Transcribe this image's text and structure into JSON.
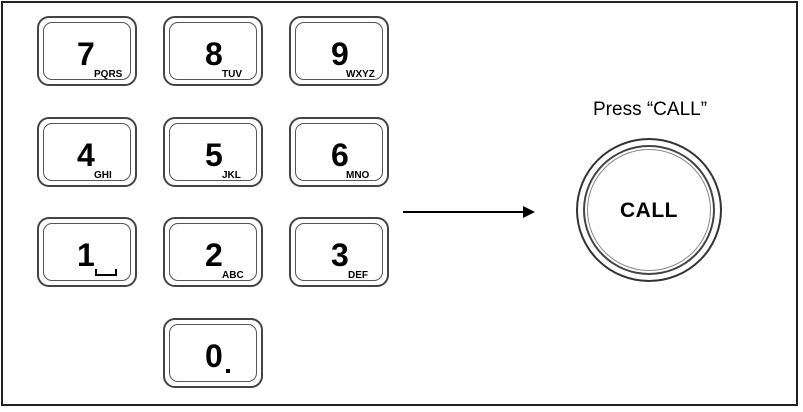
{
  "keypad": {
    "keys": [
      {
        "digit": "7",
        "letters": "PQRS"
      },
      {
        "digit": "8",
        "letters": "TUV"
      },
      {
        "digit": "9",
        "letters": "WXYZ"
      },
      {
        "digit": "4",
        "letters": "GHI"
      },
      {
        "digit": "5",
        "letters": "JKL"
      },
      {
        "digit": "6",
        "letters": "MNO"
      },
      {
        "digit": "1",
        "letters": ""
      },
      {
        "digit": "2",
        "letters": "ABC"
      },
      {
        "digit": "3",
        "letters": "DEF"
      },
      {
        "digit": "0",
        "letters": ""
      }
    ],
    "key_1_symbol": "space-icon",
    "key_0_symbol": "dot-icon"
  },
  "instruction": {
    "text": "Press “CALL”"
  },
  "call_button": {
    "label": "CALL"
  }
}
